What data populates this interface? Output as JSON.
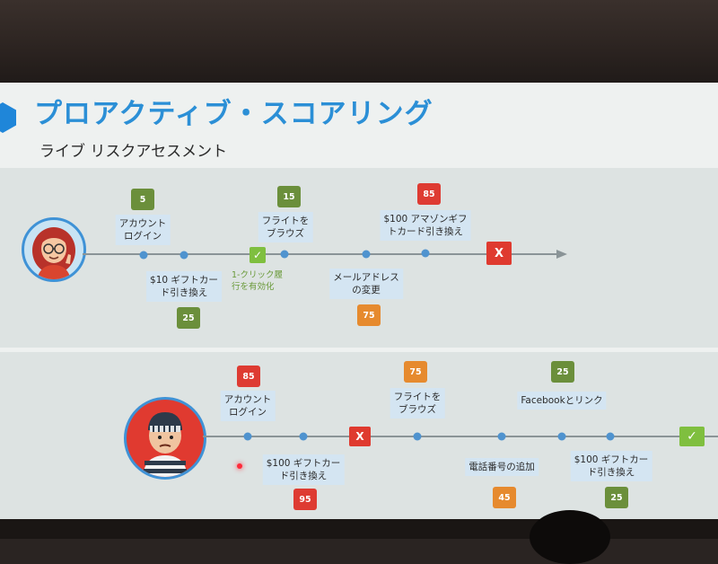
{
  "slide": {
    "title": "プロアクティブ・スコアリング",
    "subtitle": "ライブ リスクアセスメント"
  },
  "timeline1": {
    "persona": "legitimate-user",
    "events": [
      {
        "label": "アカウント\nログイン",
        "score": "5",
        "color": "#6b8f3b"
      },
      {
        "label": "$10 ギフトカー\nド引き換え",
        "score": "25",
        "color": "#6b8f3b"
      },
      {
        "label": "1-クリック履\n行を有効化",
        "check": "✓"
      },
      {
        "label": "フライトを\nブラウズ",
        "score": "15",
        "color": "#6b8f3b"
      },
      {
        "label": "メールアドレス\nの変更",
        "score": "75",
        "color": "#e68a2e"
      },
      {
        "label": "$100 アマゾンギフ\nトカード引き換え",
        "score": "85",
        "color": "#de3b32"
      }
    ],
    "end_mark": "X"
  },
  "timeline2": {
    "persona": "fraudster",
    "events": [
      {
        "label": "アカウント\nログイン",
        "score": "85",
        "color": "#de3b32"
      },
      {
        "label": "$100 ギフトカー\nド引き換え",
        "score": "95",
        "color": "#de3b32"
      },
      {
        "label": "フライトを\nブラウズ",
        "score": "75",
        "color": "#e68a2e"
      },
      {
        "label": "電話番号の追加",
        "score": "45",
        "color": "#e68a2e"
      },
      {
        "label": "Facebookとリンク",
        "score": "25",
        "color": "#6b8f3b"
      },
      {
        "label": "$100 ギフトカー\nド引き換え",
        "score": "25",
        "color": "#6b8f3b"
      }
    ],
    "block_mark": "X",
    "end_mark": "✓"
  },
  "colors": {
    "accent": "#2b8fd6",
    "low_risk": "#6b8f3b",
    "medium_risk": "#e68a2e",
    "high_risk": "#de3b32"
  },
  "icons": [
    "hexagon-icon",
    "check-icon",
    "x-icon",
    "arrow-icon"
  ]
}
